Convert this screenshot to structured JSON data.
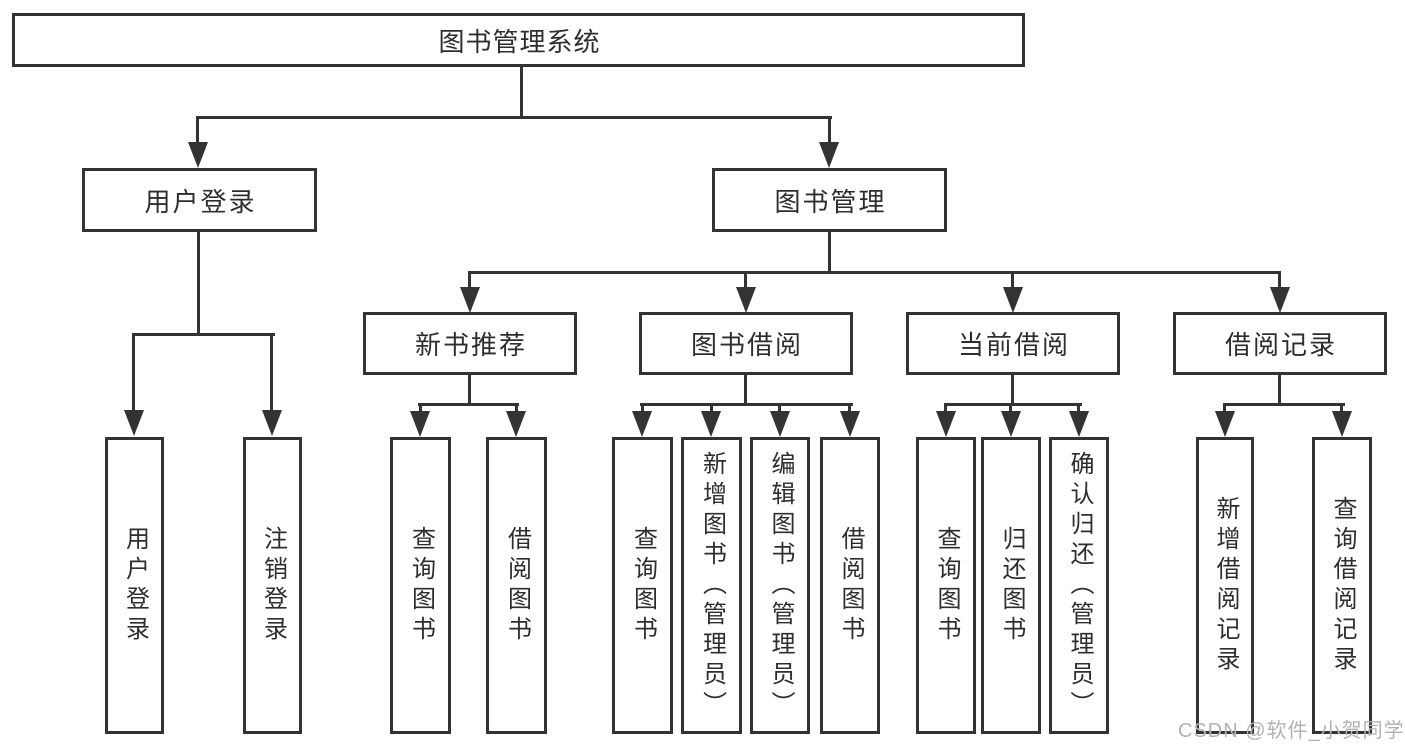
{
  "colors": {
    "line": "#333333",
    "box_border": "#333333",
    "box_fill": "#ffffff",
    "background": "#ffffff",
    "text": "#2e2e2e",
    "watermark_text": "#b2b2b6"
  },
  "tree": {
    "root": {
      "label": "图书管理系统"
    },
    "user_login": {
      "label": "用户登录",
      "children": [
        {
          "label": "用户登录"
        },
        {
          "label": "注销登录"
        }
      ]
    },
    "book_management": {
      "label": "图书管理",
      "sections": [
        {
          "label": "新书推荐",
          "children": [
            {
              "label": "查询图书"
            },
            {
              "label": "借阅图书"
            }
          ]
        },
        {
          "label": "图书借阅",
          "children": [
            {
              "label": "查询图书"
            },
            {
              "label": "新增图书（管理员）"
            },
            {
              "label": "编辑图书（管理员）"
            },
            {
              "label": "借阅图书"
            }
          ]
        },
        {
          "label": "当前借阅",
          "children": [
            {
              "label": "查询图书"
            },
            {
              "label": "归还图书"
            },
            {
              "label": "确认归还（管理员）"
            }
          ]
        },
        {
          "label": "借阅记录",
          "children": [
            {
              "label": "新增借阅记录"
            },
            {
              "label": "查询借阅记录"
            }
          ]
        }
      ]
    }
  },
  "watermark": {
    "text": "CSDN @软件_小贺同学"
  }
}
